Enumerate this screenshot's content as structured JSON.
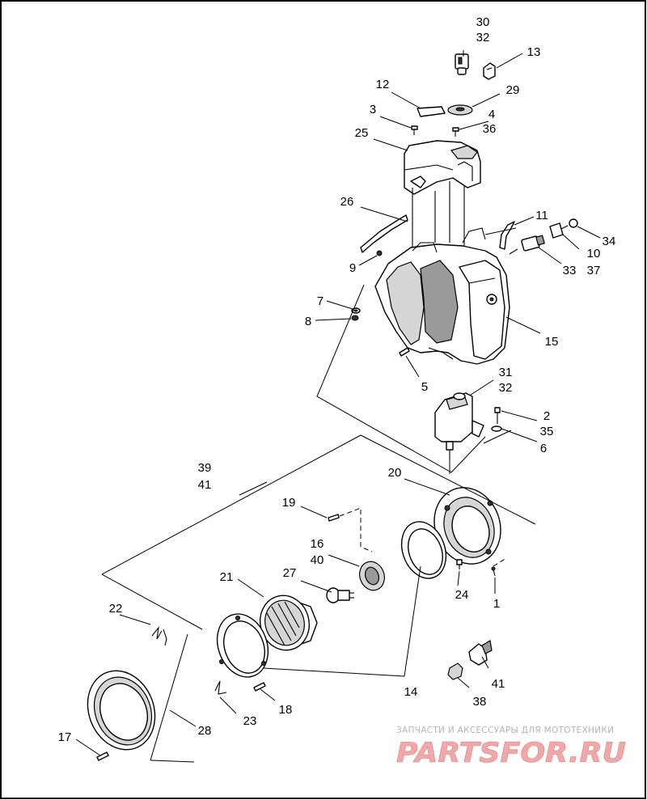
{
  "callouts": {
    "c30": "30",
    "c32a": "32",
    "c13": "13",
    "c12": "12",
    "c29": "29",
    "c3": "3",
    "c4": "4",
    "c36": "36",
    "c25": "25",
    "c26": "26",
    "c11": "11",
    "c34": "34",
    "c10": "10",
    "c37": "37",
    "c33": "33",
    "c9": "9",
    "c7": "7",
    "c8": "8",
    "c15": "15",
    "c5": "5",
    "c31": "31",
    "c32b": "32",
    "c2": "2",
    "c35": "35",
    "c6": "6",
    "c39": "39",
    "c41a": "41",
    "c20": "20",
    "c19": "19",
    "c16": "16",
    "c40": "40",
    "c21": "21",
    "c27": "27",
    "c24": "24",
    "c1": "1",
    "c22": "22",
    "c14": "14",
    "c41b": "41",
    "c38": "38",
    "c23": "23",
    "c18": "18",
    "c28": "28",
    "c17": "17"
  },
  "watermark": {
    "tagline": "ЗАПЧАСТИ И АКСЕССУАРЫ ДЛЯ МОТОТЕХНИКИ",
    "logo": "PARTSFOR.RU"
  }
}
